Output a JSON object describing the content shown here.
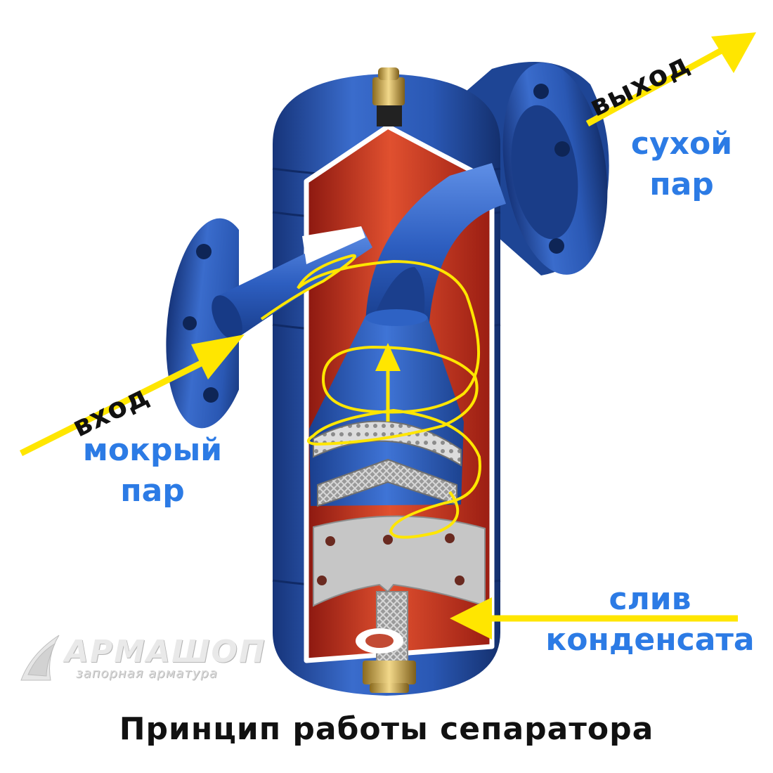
{
  "labels": {
    "outlet": "выход",
    "dry_steam_line1": "сухой",
    "dry_steam_line2": "пар",
    "inlet": "вход",
    "wet_steam_line1": "мокрый",
    "wet_steam_line2": "пар",
    "drain_line1": "слив",
    "drain_line2": "конденсата"
  },
  "caption": "Принцип работы сепаратора",
  "logo": {
    "name": "АРМАШОП",
    "tagline": "запорная арматура"
  },
  "colors": {
    "body_blue": "#2a5ab8",
    "body_dark": "#173a86",
    "interior_red": "#b52418",
    "interior_light": "#e4533a",
    "arrow_yellow": "#ffe600",
    "label_blue": "#2c7be5",
    "mesh_gray": "#b8b8b8",
    "fitting_gold": "#c9a645"
  }
}
